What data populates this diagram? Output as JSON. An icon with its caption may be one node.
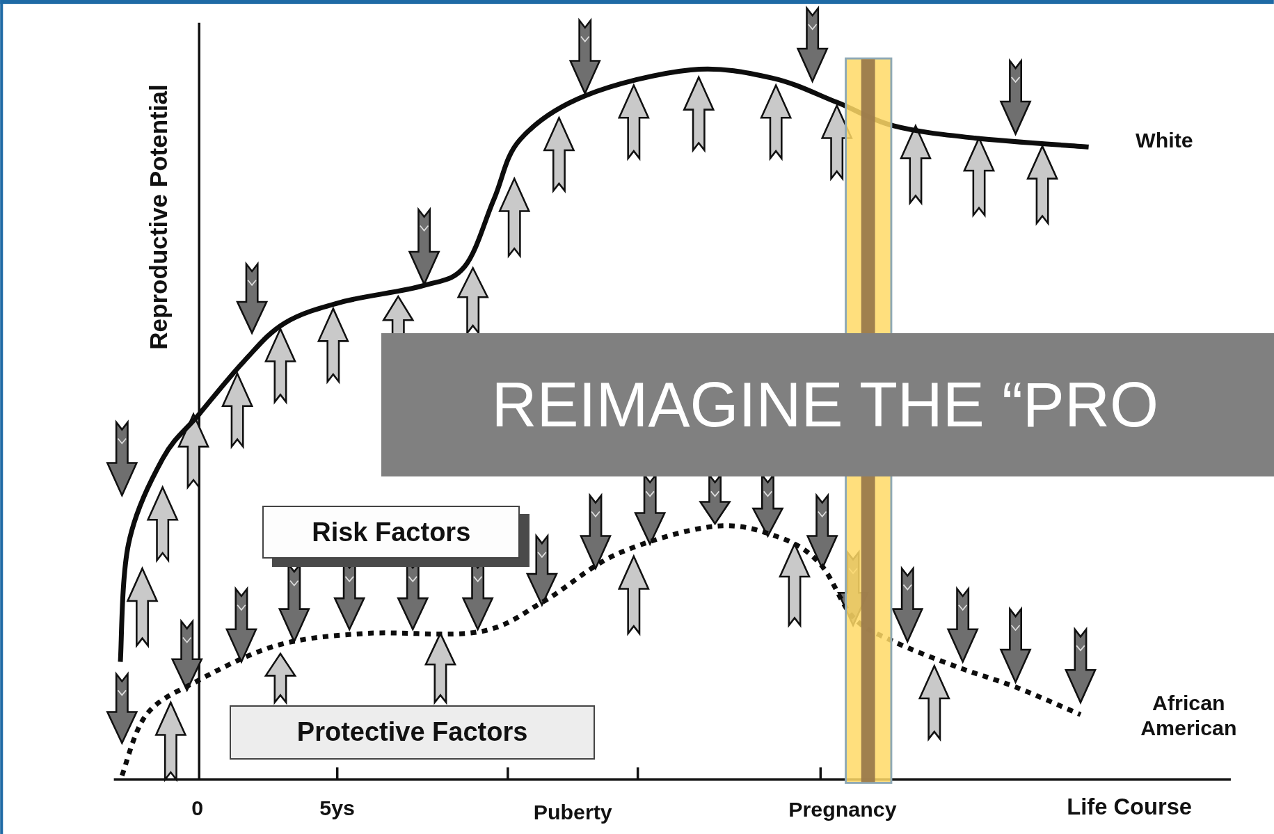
{
  "diagram": {
    "nodes": [
      {
        "text": [
          "REIMAGINE THE “PRO"
        ]
      },
      {
        "text": [
          "Risk Factors"
        ]
      },
      {
        "text": [
          "Protective Factors"
        ]
      }
    ],
    "labels": [
      "Reproductive Potential",
      "White",
      "African American",
      "0",
      "5ys",
      "Puberty",
      "Pregnancy",
      "Life Course"
    ]
  }
}
